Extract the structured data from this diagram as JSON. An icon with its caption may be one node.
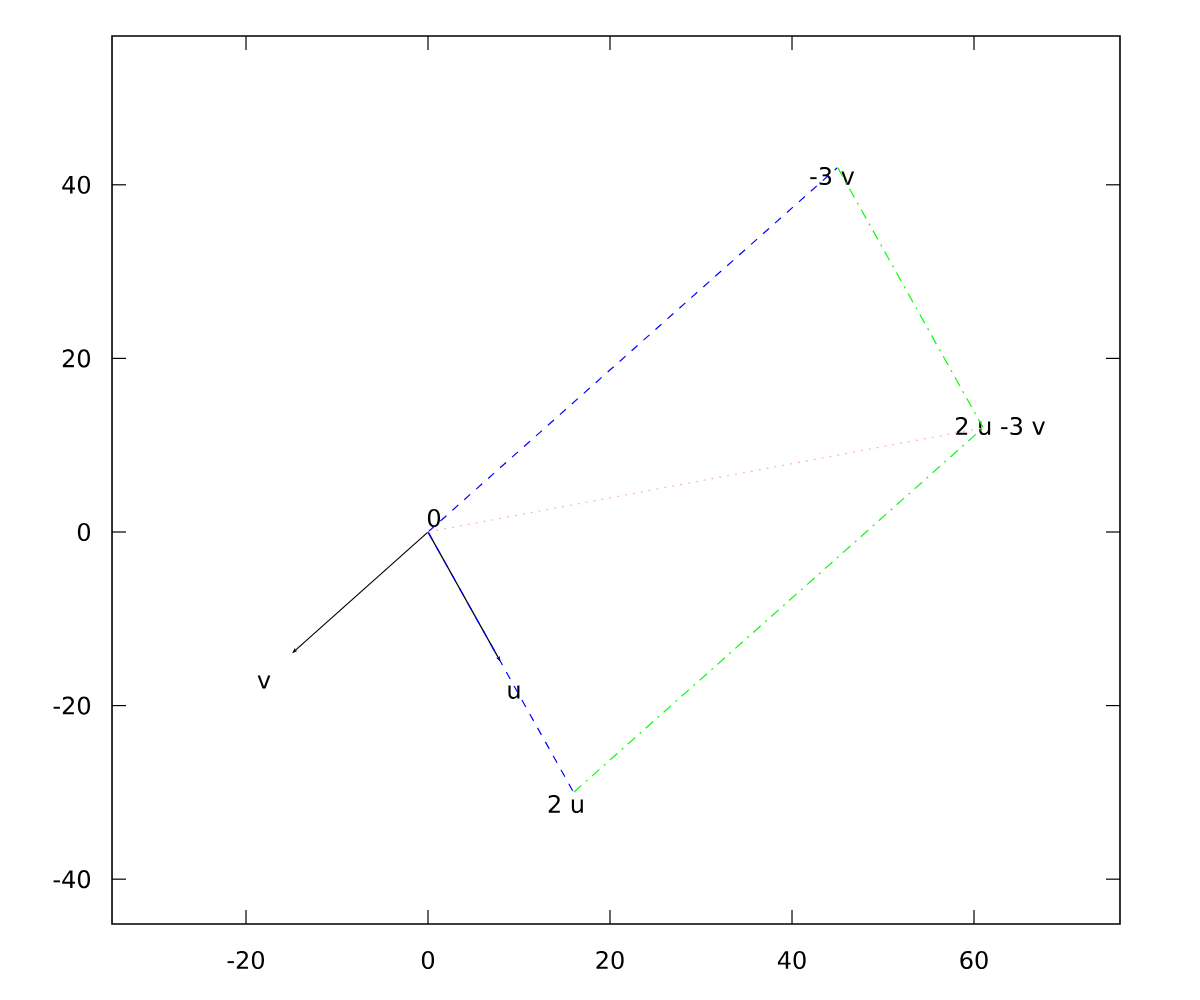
{
  "diagram": {
    "nodes": [
      {
        "text": [
          "0"
        ]
      },
      {
        "text": [
          "v"
        ]
      },
      {
        "text": [
          "u"
        ]
      },
      {
        "text": [
          "2 u"
        ]
      },
      {
        "text": [
          "-3 v"
        ]
      },
      {
        "text": [
          "2 u -3 v"
        ]
      }
    ],
    "edges": [
      {
        "from": 0,
        "to": 1,
        "arrow": "to"
      },
      {
        "from": 0,
        "to": 2,
        "arrow": "to"
      },
      {
        "from": 0,
        "to": 3,
        "arrow": "none",
        "style": "dashed",
        "color": "#0000ff"
      },
      {
        "from": 0,
        "to": 4,
        "arrow": "none",
        "style": "dashed",
        "color": "#0000ff"
      },
      {
        "from": 3,
        "to": 5,
        "arrow": "none",
        "style": "dashed",
        "color": "#00ff00"
      },
      {
        "from": 4,
        "to": 5,
        "arrow": "none",
        "style": "dashed",
        "color": "#00ff00"
      },
      {
        "from": 0,
        "to": 5,
        "arrow": "none",
        "style": "dashed",
        "color": "#ffb0c0"
      }
    ],
    "labels": [
      "40",
      "20",
      "0",
      "-20",
      "-40",
      "-20",
      "0",
      "20",
      "40",
      "60"
    ]
  }
}
